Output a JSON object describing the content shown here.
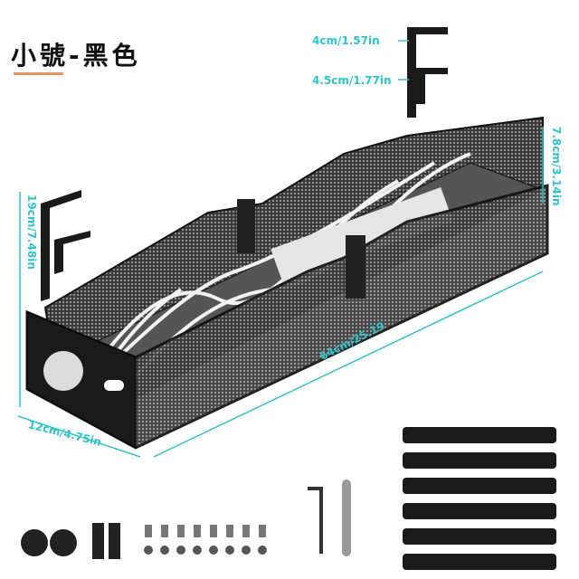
{
  "title": "小號-黑色",
  "accent_color": "#2fc4c8",
  "underline_color": "#e8955a",
  "dimensions": {
    "clamp_small": "4cm/1.57in",
    "clamp_large": "4.5cm/1.77in",
    "height": "19cm/7.48in",
    "side_height": "7.8cm/3.14in",
    "length": "64cm/25.19",
    "depth": "12cm/4.75in"
  }
}
